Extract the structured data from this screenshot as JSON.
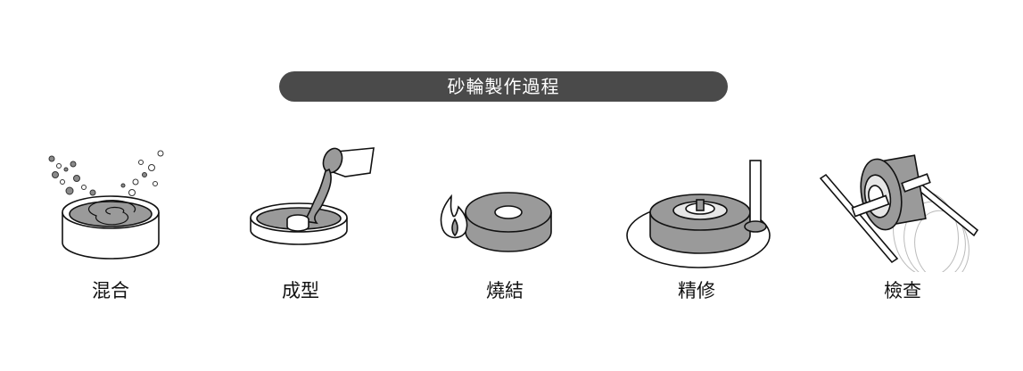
{
  "title": "砂輪製作過程",
  "steps": [
    {
      "label": "混合",
      "icon": "mixing-bowl-icon"
    },
    {
      "label": "成型",
      "icon": "pouring-mold-icon"
    },
    {
      "label": "燒結",
      "icon": "fire-wheel-icon"
    },
    {
      "label": "精修",
      "icon": "lathe-dressing-icon"
    },
    {
      "label": "檢查",
      "icon": "rolling-wheel-icon"
    }
  ],
  "colors": {
    "banner": "#4a4a4a",
    "fill_gray": "#9a9a9a",
    "line": "#111111"
  }
}
